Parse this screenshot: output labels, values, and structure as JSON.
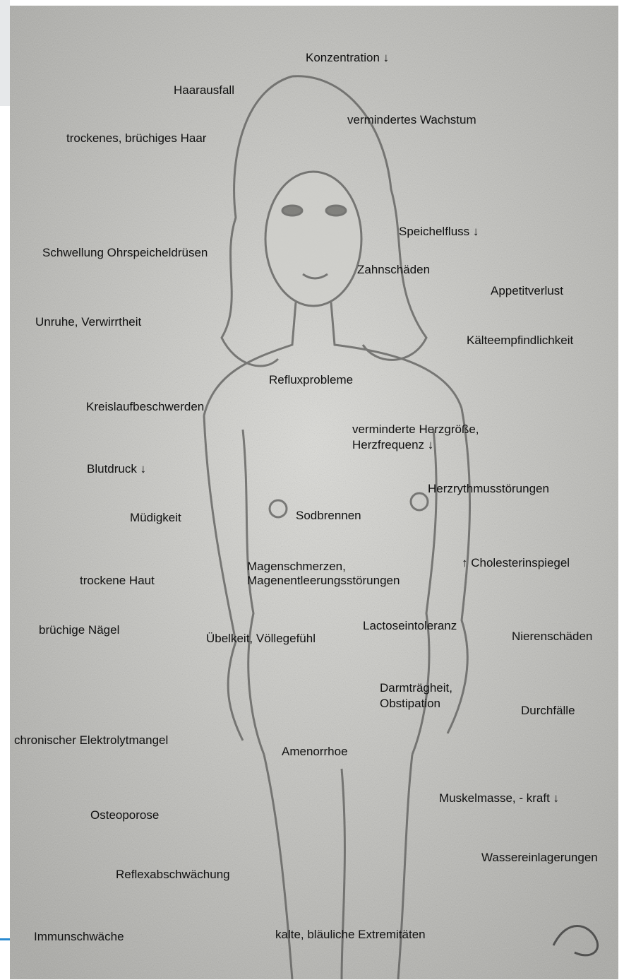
{
  "labels": {
    "konzentration": "Konzentration ↓",
    "haarausfall": "Haarausfall",
    "vermindertes_wachstum": "vermindertes Wachstum",
    "trockenes_haar": "trockenes, brüchiges Haar",
    "speichelfluss": "Speichelfluss ↓",
    "schwellung": "Schwellung Ohrspeicheldrüsen",
    "zahnschaeden": "Zahnschäden",
    "appetitverlust": "Appetitverlust",
    "unruhe": "Unruhe, Verwirrtheit",
    "kaelte": "Kälteempfindlichkeit",
    "reflux": "Refluxprobleme",
    "kreislauf": "Kreislaufbeschwerden",
    "herzgroesse_1": "verminderte Herzgröße,",
    "herzgroesse_2": "Herzfrequenz ↓",
    "blutdruck": "Blutdruck ↓",
    "herzrythmus": "Herzrythmusstörungen",
    "muedigkeit": "Müdigkeit",
    "sodbrennen": "Sodbrennen",
    "magen_1": "Magenschmerzen,",
    "magen_2": "Magenentleerungsstörungen",
    "cholesterin": "↑ Cholesterinspiegel",
    "trockene_haut": "trockene Haut",
    "naegel": "brüchige Nägel",
    "uebelkeit": "Übelkeit, Völlegefühl",
    "lactose": "Lactoseintoleranz",
    "nieren": "Nierenschäden",
    "darm_1": "Darmträgheit,",
    "darm_2": "Obstipation",
    "durchfaelle": "Durchfälle",
    "elektrolyt": "chronischer Elektrolytmangel",
    "amenorrhoe": "Amenorrhoe",
    "muskel": "Muskelmasse, - kraft ↓",
    "osteoporose": "Osteoporose",
    "wasser": "Wassereinlagerungen",
    "reflex": "Reflexabschwächung",
    "immun": "Immunschwäche",
    "extremitaeten": "kalte, bläuliche Extremitäten"
  },
  "colors": {
    "paper": "#c9c9c5",
    "ink": "#111111",
    "accent_edge": "#2a8ad0"
  }
}
